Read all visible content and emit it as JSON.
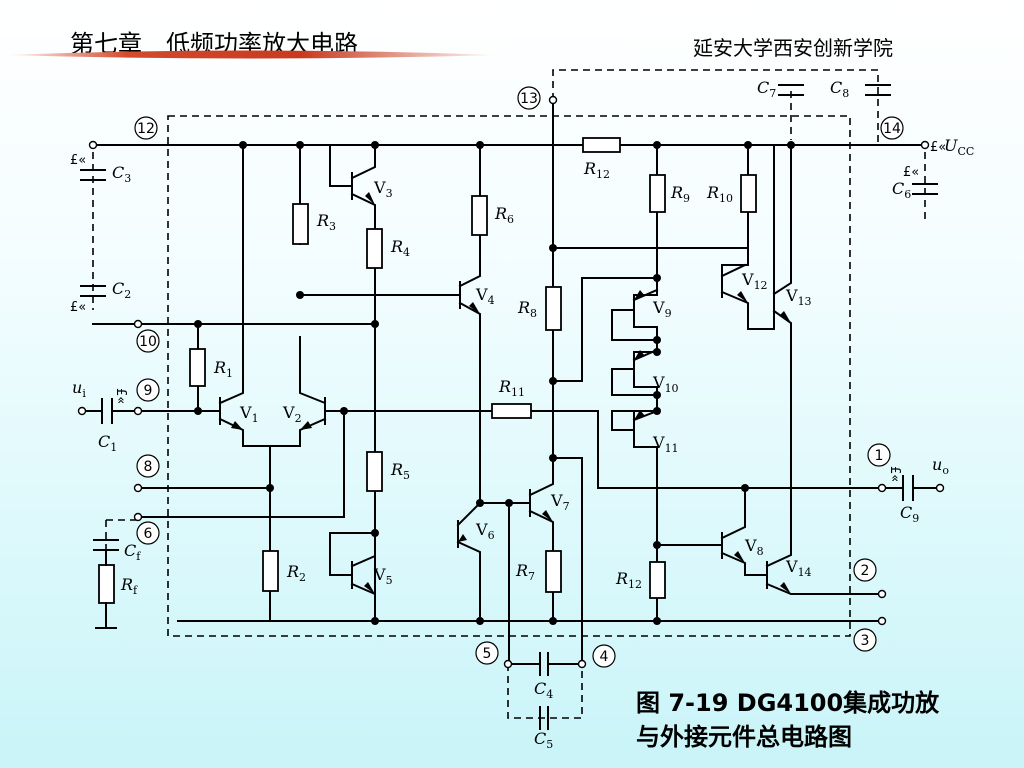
{
  "header": {
    "chapter_title": "第七章　低频功率放大电路",
    "school": "延安大学西安创新学院"
  },
  "caption": {
    "line1": "图 7-19  DG4100集成功放",
    "line2": "与外接元件总电路图"
  },
  "pins": [
    "13",
    "12",
    "14",
    "10",
    "9",
    "8",
    "6",
    "1",
    "2",
    "3",
    "5",
    "4"
  ],
  "resistors": {
    "R1": {
      "name": "R",
      "sub": "1"
    },
    "R2": {
      "name": "R",
      "sub": "2"
    },
    "R3": {
      "name": "R",
      "sub": "3"
    },
    "R4": {
      "name": "R",
      "sub": "4"
    },
    "R5": {
      "name": "R",
      "sub": "5"
    },
    "R6": {
      "name": "R",
      "sub": "6"
    },
    "R7": {
      "name": "R",
      "sub": "7"
    },
    "R8": {
      "name": "R",
      "sub": "8"
    },
    "R9": {
      "name": "R",
      "sub": "9"
    },
    "R10": {
      "name": "R",
      "sub": "10"
    },
    "R11": {
      "name": "R",
      "sub": "11"
    },
    "R12a": {
      "name": "R",
      "sub": "12"
    },
    "R12b": {
      "name": "R",
      "sub": "12"
    },
    "Rf": {
      "name": "R",
      "sub": "f"
    }
  },
  "capacitors": {
    "C1": {
      "name": "C",
      "sub": "1"
    },
    "C2": {
      "name": "C",
      "sub": "2"
    },
    "C3": {
      "name": "C",
      "sub": "3"
    },
    "C4": {
      "name": "C",
      "sub": "4"
    },
    "C5": {
      "name": "C",
      "sub": "5"
    },
    "C6": {
      "name": "C",
      "sub": "6"
    },
    "C7": {
      "name": "C",
      "sub": "7"
    },
    "C8": {
      "name": "C",
      "sub": "8"
    },
    "C9": {
      "name": "C",
      "sub": "9"
    },
    "Cf": {
      "name": "C",
      "sub": "f"
    }
  },
  "transistors": {
    "V1": {
      "name": "V",
      "sub": "1"
    },
    "V2": {
      "name": "V",
      "sub": "2"
    },
    "V3": {
      "name": "V",
      "sub": "3"
    },
    "V4": {
      "name": "V",
      "sub": "4"
    },
    "V5": {
      "name": "V",
      "sub": "5"
    },
    "V6": {
      "name": "V",
      "sub": "6"
    },
    "V7": {
      "name": "V",
      "sub": "7"
    },
    "V8": {
      "name": "V",
      "sub": "8"
    },
    "V9": {
      "name": "V",
      "sub": "9"
    },
    "V10": {
      "name": "V",
      "sub": "10"
    },
    "V11": {
      "name": "V",
      "sub": "11"
    },
    "V12": {
      "name": "V",
      "sub": "12"
    },
    "V13": {
      "name": "V",
      "sub": "13"
    },
    "V14": {
      "name": "V",
      "sub": "14"
    }
  },
  "signals": {
    "vcc": {
      "name": "U",
      "sub": "CC"
    },
    "ui": {
      "name": "u",
      "sub": "i"
    },
    "uo": {
      "name": "u",
      "sub": "o"
    }
  },
  "polarity_mark": "£«"
}
